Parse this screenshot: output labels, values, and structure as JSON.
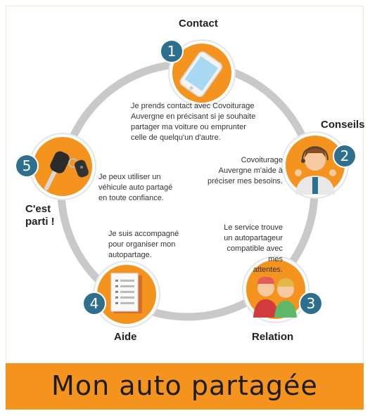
{
  "steps": [
    {
      "num": "1",
      "title": "Contact",
      "text": [
        "Je prends contact avec Covoiturage",
        "Auvergne  en précisant si je souhaite",
        "partager ma voiture ou emprunter",
        "celle de quelqu'un d'autre."
      ]
    },
    {
      "num": "2",
      "title": "Conseils",
      "text": [
        "Covoiturage",
        "Auvergne m'aide à",
        "préciser mes besoins."
      ]
    },
    {
      "num": "3",
      "title": "Relation",
      "text": [
        "Le service trouve",
        "un autopartageur",
        "compatible avec mes",
        "attentes."
      ]
    },
    {
      "num": "4",
      "title": "Aide",
      "text": [
        "Je suis accompagné",
        "pour organiser mon",
        "autopartage."
      ]
    },
    {
      "num": "5",
      "title_lines": [
        "C'est",
        "parti !"
      ],
      "text": [
        "Je peux utiliser un",
        "véhicule auto partagé",
        "en toute confiance."
      ]
    }
  ],
  "banner": "Mon auto partagée",
  "colors": {
    "orange": "#f5931f",
    "teal": "#2e6f8e",
    "ring": "#c9c9c9"
  },
  "icons": [
    "smartphone-icon",
    "advisor-icon",
    "people-icon",
    "document-icon",
    "car-key-icon"
  ]
}
